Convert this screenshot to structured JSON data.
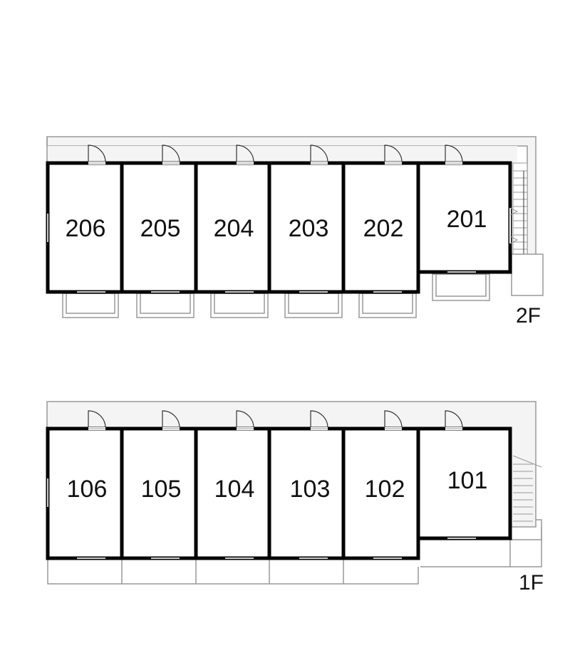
{
  "floors": [
    {
      "label": "2F",
      "rooms": [
        "206",
        "205",
        "204",
        "203",
        "202",
        "201"
      ]
    },
    {
      "label": "1F",
      "rooms": [
        "106",
        "105",
        "104",
        "103",
        "102",
        "101"
      ]
    }
  ],
  "colors": {
    "wall": "#000000",
    "thin_line": "#999999",
    "corridor": "#f4f4f4",
    "background": "#ffffff"
  }
}
